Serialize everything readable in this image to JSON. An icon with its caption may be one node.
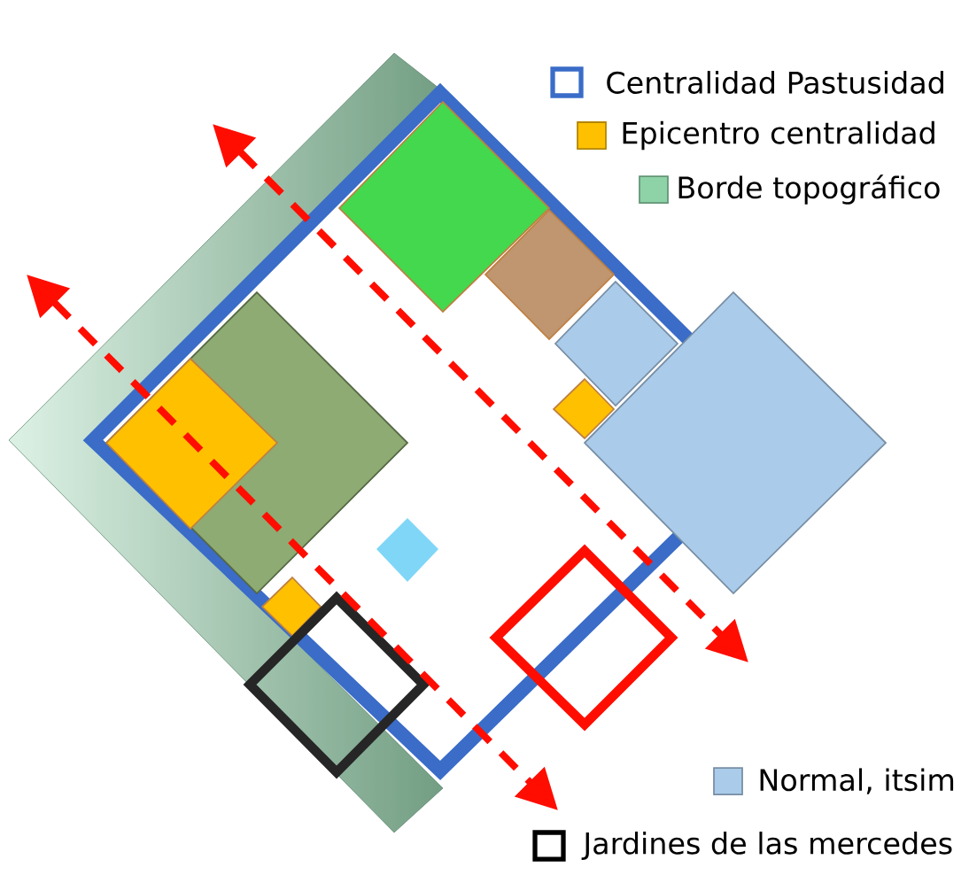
{
  "diagram": {
    "legend": [
      {
        "text": "Centralidad Pastusidad"
      },
      {
        "text": "Epicentro centralidad",
        "color": "#ffc000"
      },
      {
        "text": "Borde topográfico",
        "color": "#8ed3a8"
      },
      {
        "text": "Normal, itsim",
        "color": "#aacbea"
      },
      {
        "text": "Jardines de las mercedes"
      }
    ]
  }
}
